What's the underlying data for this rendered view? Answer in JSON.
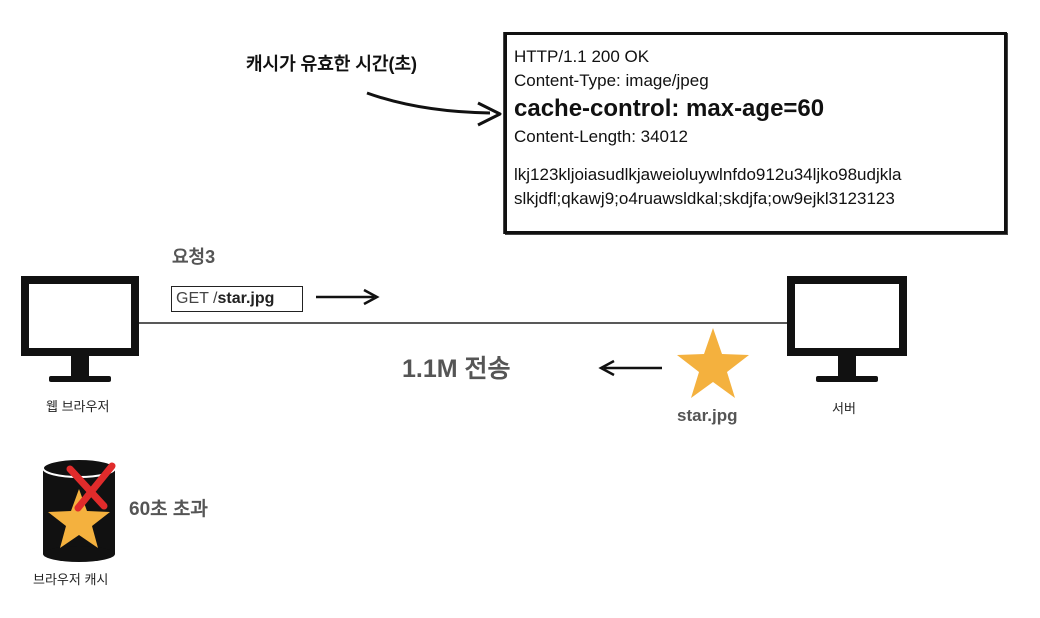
{
  "annotation": {
    "cache_validity": "캐시가 유효한 시간(초)"
  },
  "response": {
    "lines": [
      "HTTP/1.1 200 OK",
      "Content-Type: image/jpeg"
    ],
    "cache_control": "cache-control: max-age=60",
    "content_length": "Content-Length: 34012",
    "body_lines": [
      "lkj123kljoiasudlkjaweioluywlnfdo912u34ljko98udjkla",
      "slkjdfl;qkawj9;o4ruawsldkal;skdjfa;ow9ejkl3123123"
    ]
  },
  "request": {
    "label": "요청3",
    "method": "GET /",
    "path": "star.jpg"
  },
  "transfer": {
    "label": "1.1M 전송"
  },
  "client": {
    "label": "웹 브라우저"
  },
  "server": {
    "label": "서버",
    "file": "star.jpg"
  },
  "cache": {
    "label": "브라우저 캐시",
    "status": "60초 초과"
  },
  "colors": {
    "star": "#F4B13E",
    "cross": "#E02B2B",
    "monitor": "#111111",
    "text_gray": "#555555"
  }
}
